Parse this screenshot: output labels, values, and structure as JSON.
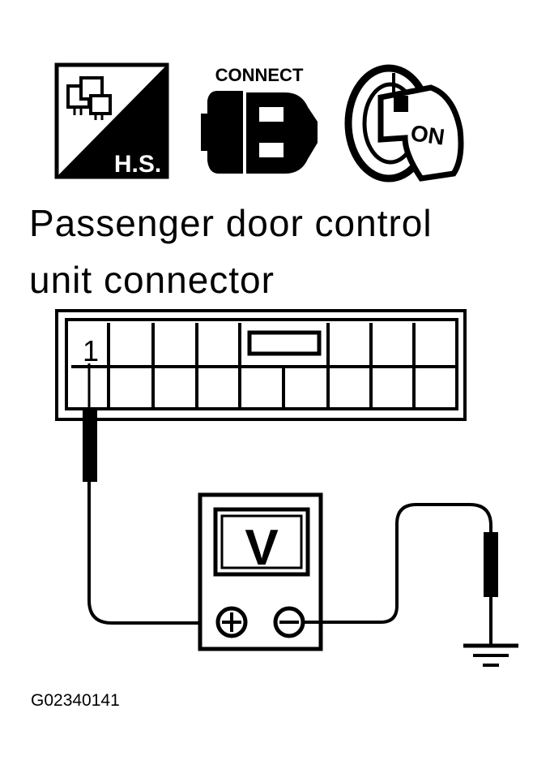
{
  "icons": {
    "hs_label": "H.S.",
    "connect_label": "CONNECT",
    "ignition_label": "ON"
  },
  "title": {
    "line1": "Passenger door control",
    "line2": "unit connector"
  },
  "connector": {
    "pin_label": "1"
  },
  "meter": {
    "label": "V",
    "positive_symbol": "+",
    "negative_symbol": "−"
  },
  "figure_id": "G02340141"
}
